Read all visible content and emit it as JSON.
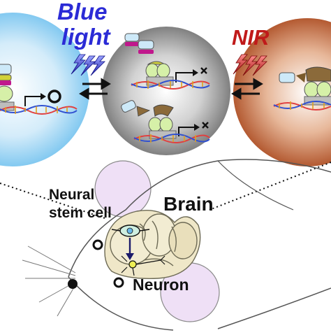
{
  "labels": {
    "blue_line1": "Blue",
    "blue_line2": "light",
    "nir": "NIR",
    "brain": "Brain",
    "neural_line1": "Neural",
    "neural_line2": "stem cell",
    "neuron": "Neuron"
  },
  "colors": {
    "blue_text": "#2b2bd6",
    "nir_text": "#c01a1a",
    "left_sphere": "#7ec8f0",
    "middle_sphere": "#9a9a9a",
    "right_sphere": "#b8501e",
    "protein_green": "#d6f0a8",
    "protein_brown": "#8b6a3a",
    "photoreceptor_blue": "#cde9f8",
    "magenta": "#c0188c",
    "ear_pink": "#efe0f6",
    "brain_tan": "#efe7c8"
  },
  "icons": [
    "lightning-icon",
    "reversible-arrow-icon",
    "promoter-arrow-icon",
    "dna-icon",
    "mouse-eye-icon"
  ]
}
